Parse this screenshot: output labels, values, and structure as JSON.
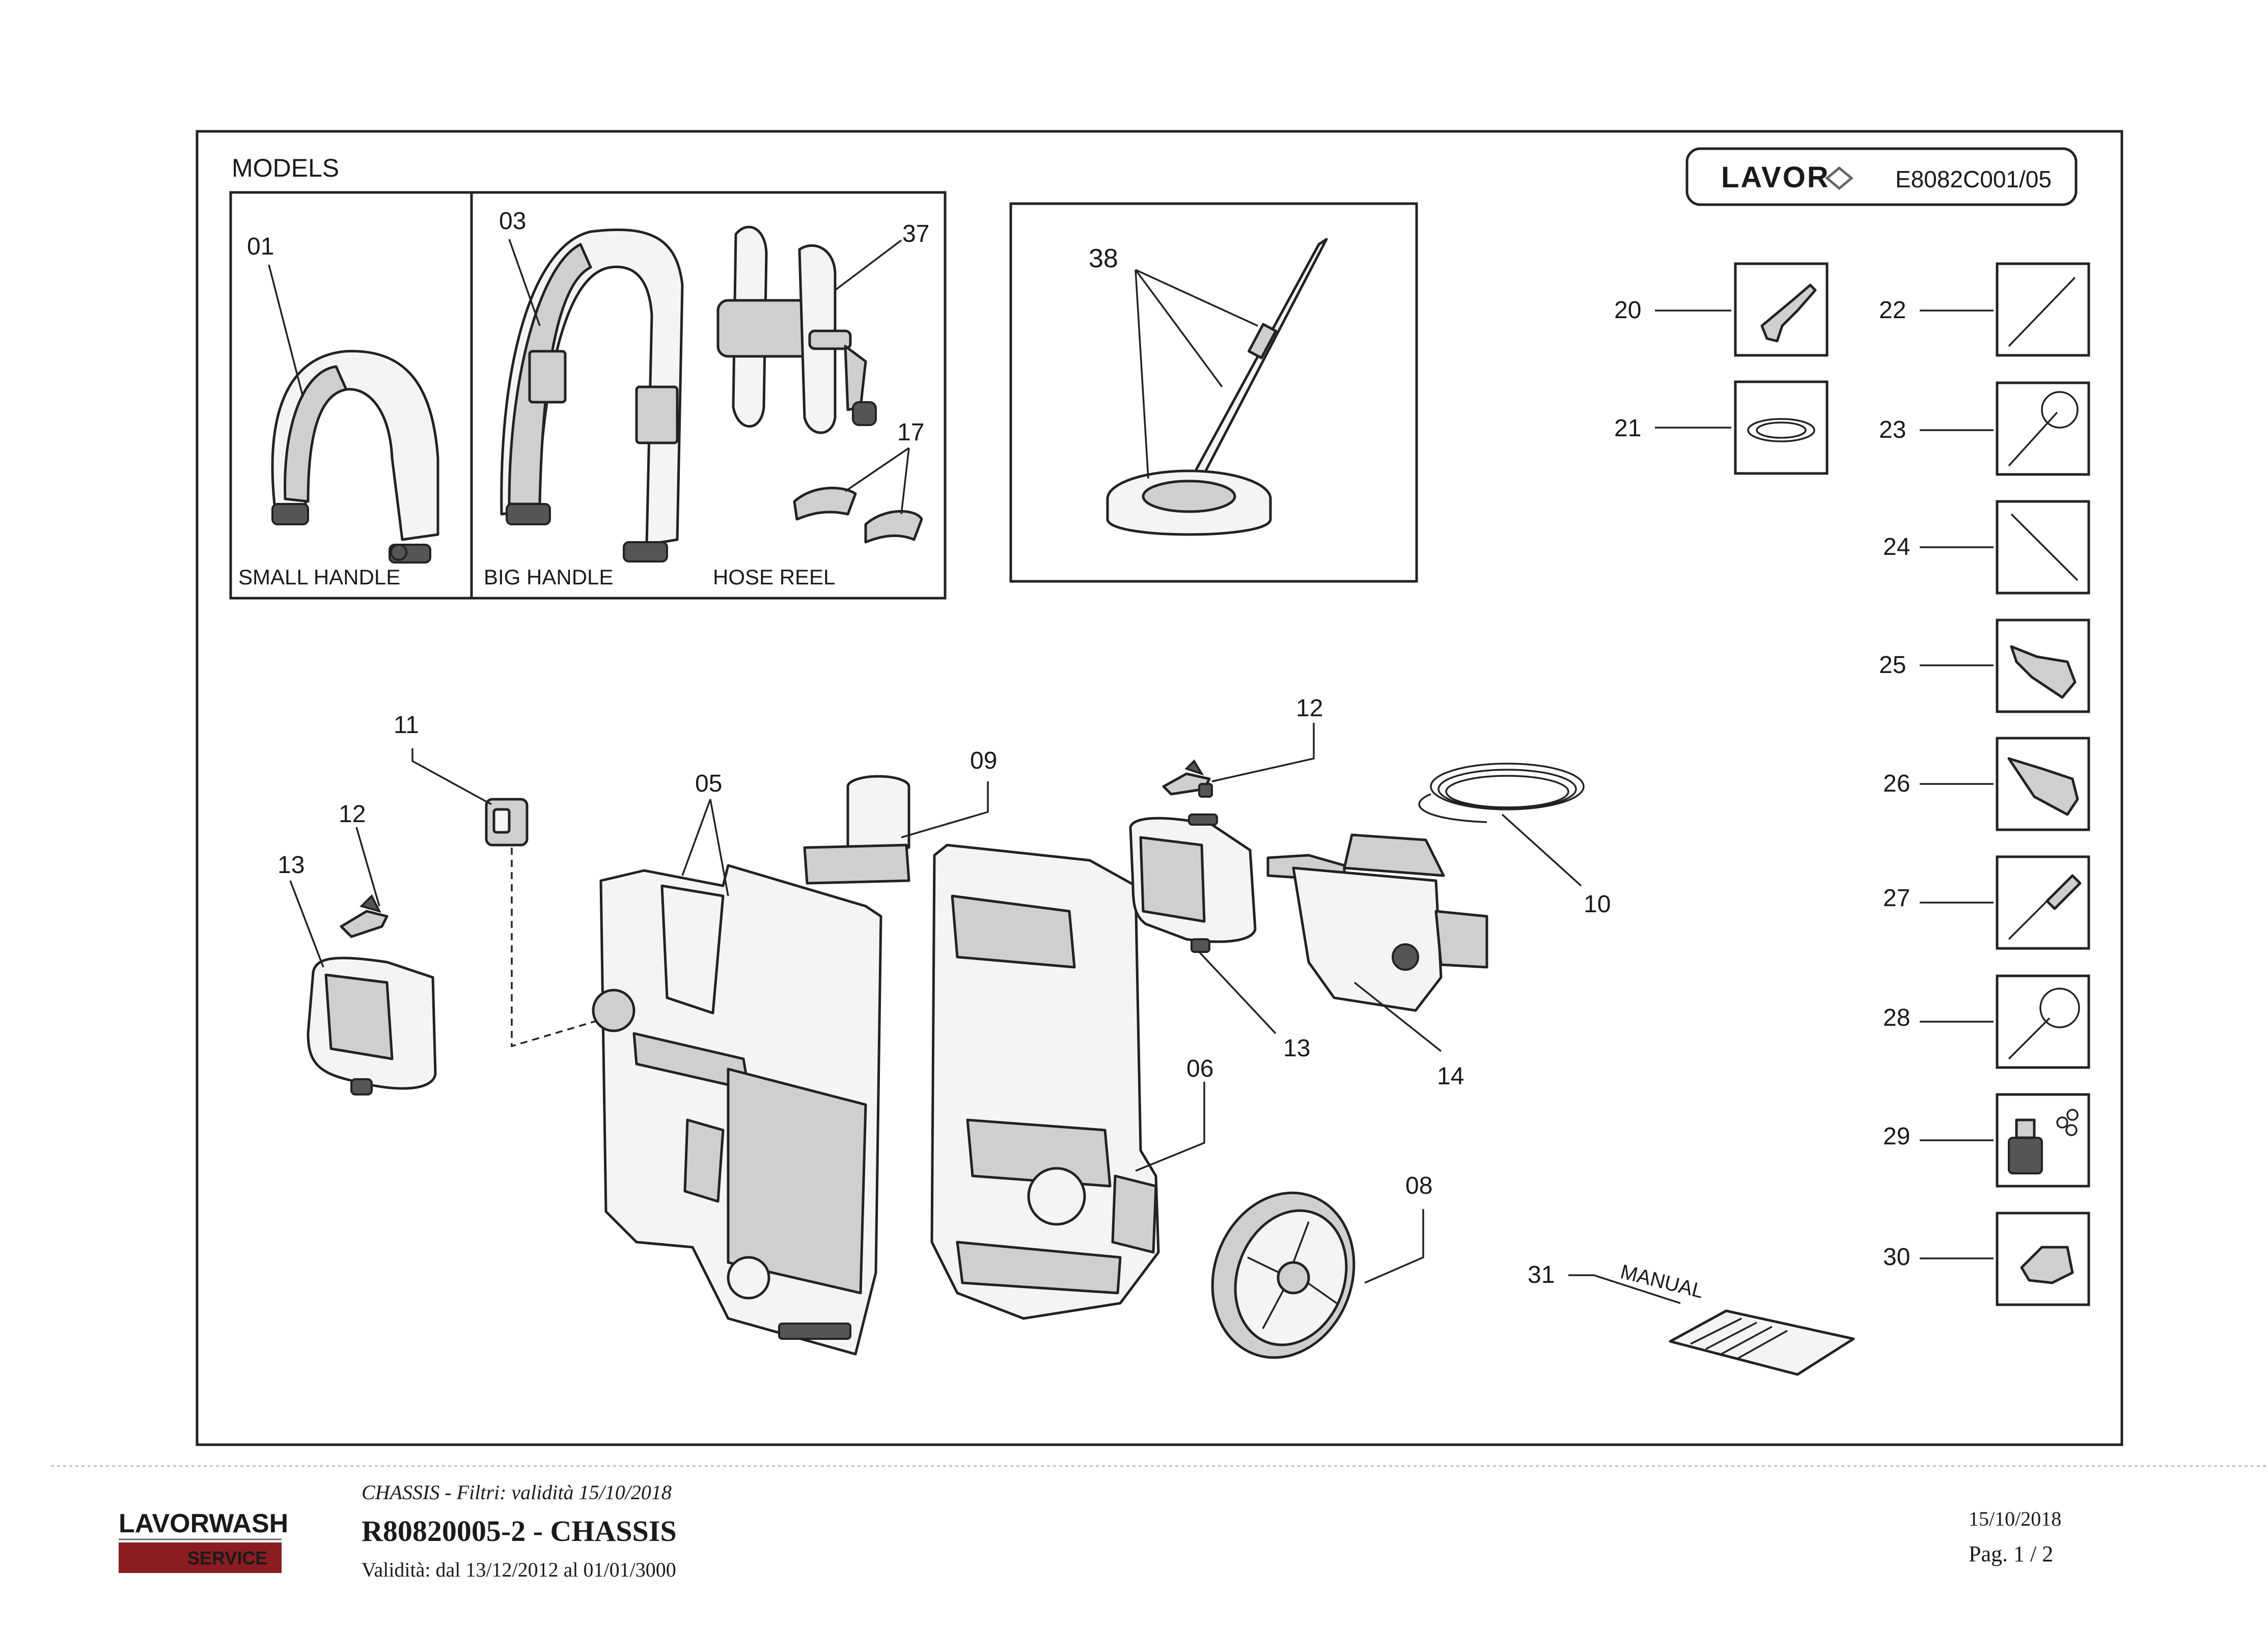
{
  "header": {
    "models_title": "MODELS",
    "brand_logo": "LAVOR",
    "drawing_code": "E8082C001/05"
  },
  "models": [
    {
      "number": "01",
      "label": "SMALL HANDLE"
    },
    {
      "number": "03",
      "label": "BIG HANDLE"
    },
    {
      "number": "37",
      "label": "HOSE REEL"
    },
    {
      "number": "17",
      "label": ""
    }
  ],
  "callouts": {
    "n38": "38",
    "n20": "20",
    "n21": "21",
    "n22": "22",
    "n23": "23",
    "n24": "24",
    "n25": "25",
    "n26": "26",
    "n27": "27",
    "n28": "28",
    "n29": "29",
    "n30": "30",
    "n31": "31",
    "n11": "11",
    "n12a": "12",
    "n13a": "13",
    "n05": "05",
    "n09": "09",
    "n12b": "12",
    "n10": "10",
    "n13b": "13",
    "n14": "14",
    "n06": "06",
    "n08": "08"
  },
  "manual_label": "MANUAL",
  "footer": {
    "logo_top": "LAVORWASH",
    "logo_bottom": "SERVICE",
    "subtitle": "CHASSIS - Filtri: validità 15/10/2018",
    "title": "R80820005-2 - CHASSIS",
    "validity": "Validità: dal 13/12/2012 al 01/01/3000",
    "date": "15/10/2018",
    "page": "Pag. 1 / 2"
  },
  "colors": {
    "line": "#222222",
    "logo_red": "#8a1c22",
    "logo_grey": "#6b6b6b"
  }
}
